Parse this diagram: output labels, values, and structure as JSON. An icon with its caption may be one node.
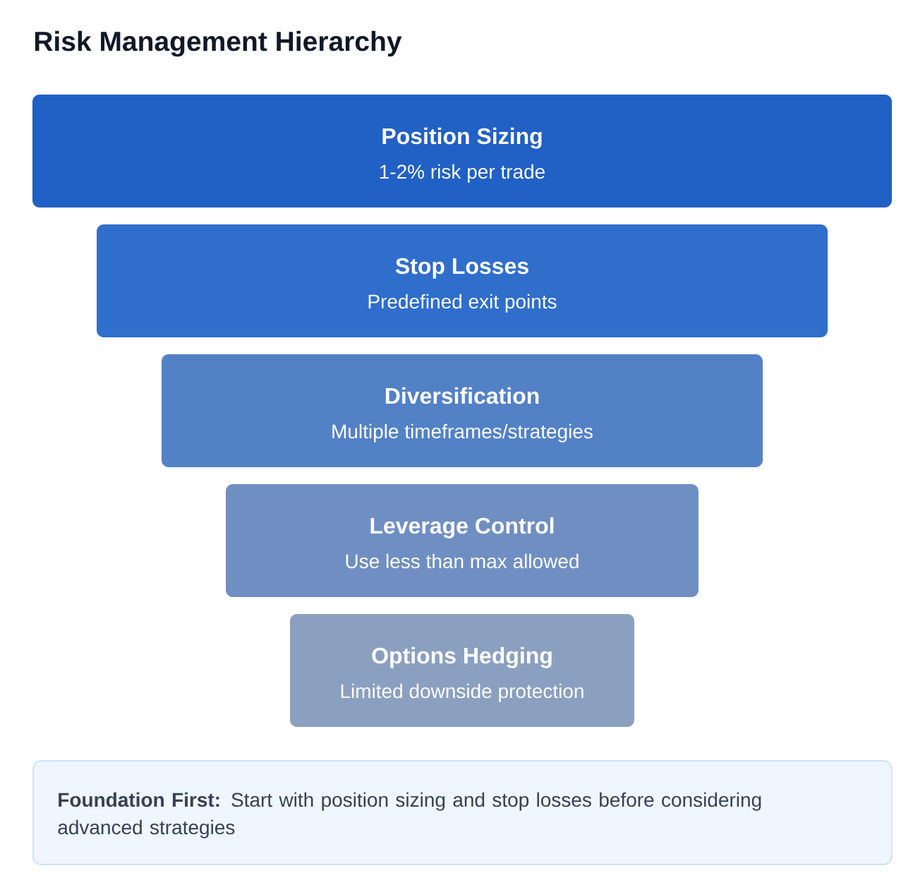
{
  "diagram": {
    "title": "Risk Management Hierarchy",
    "nodes": [
      {
        "text": [
          "Position Sizing",
          "1-2% risk per trade"
        ]
      },
      {
        "text": [
          "Stop Losses",
          "Predefined exit points"
        ]
      },
      {
        "text": [
          "Diversification",
          "Multiple timeframes/strategies"
        ]
      },
      {
        "text": [
          "Leverage Control",
          "Use less than max allowed"
        ]
      },
      {
        "text": [
          "Options Hedging",
          "Limited downside protection"
        ]
      },
      {
        "text": [
          "**Foundation First:** Start with position sizing and stop losses before considering advanced strategies"
        ]
      }
    ]
  }
}
